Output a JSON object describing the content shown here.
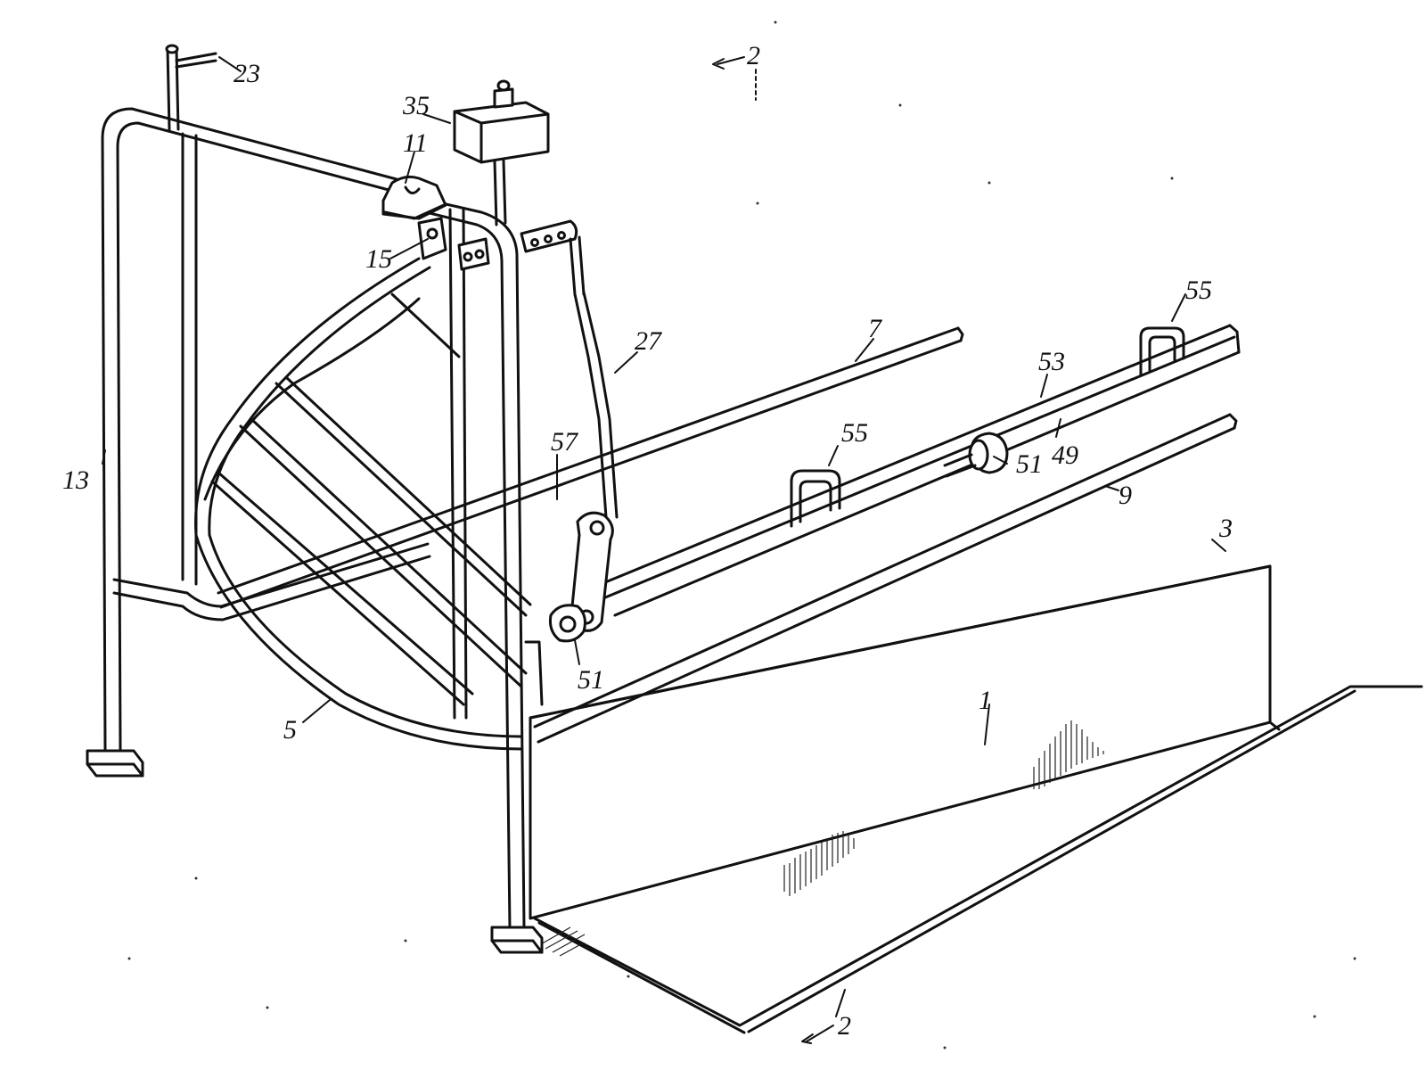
{
  "figure": {
    "labels": {
      "section_top": "2",
      "section_bottom": "2",
      "trough": "1",
      "trough_end": "3",
      "gate": "5",
      "rail_upper": "7",
      "rail_lower": "9",
      "bearing_top": "11",
      "frame_left": "13",
      "pivot": "15",
      "flag_post": "23",
      "link_rod": "27",
      "actuator_box": "35",
      "track": "49",
      "collar_a": "51",
      "collar_b": "51",
      "shaft": "53",
      "guide_left": "55",
      "guide_right": "55",
      "crank": "57"
    }
  }
}
